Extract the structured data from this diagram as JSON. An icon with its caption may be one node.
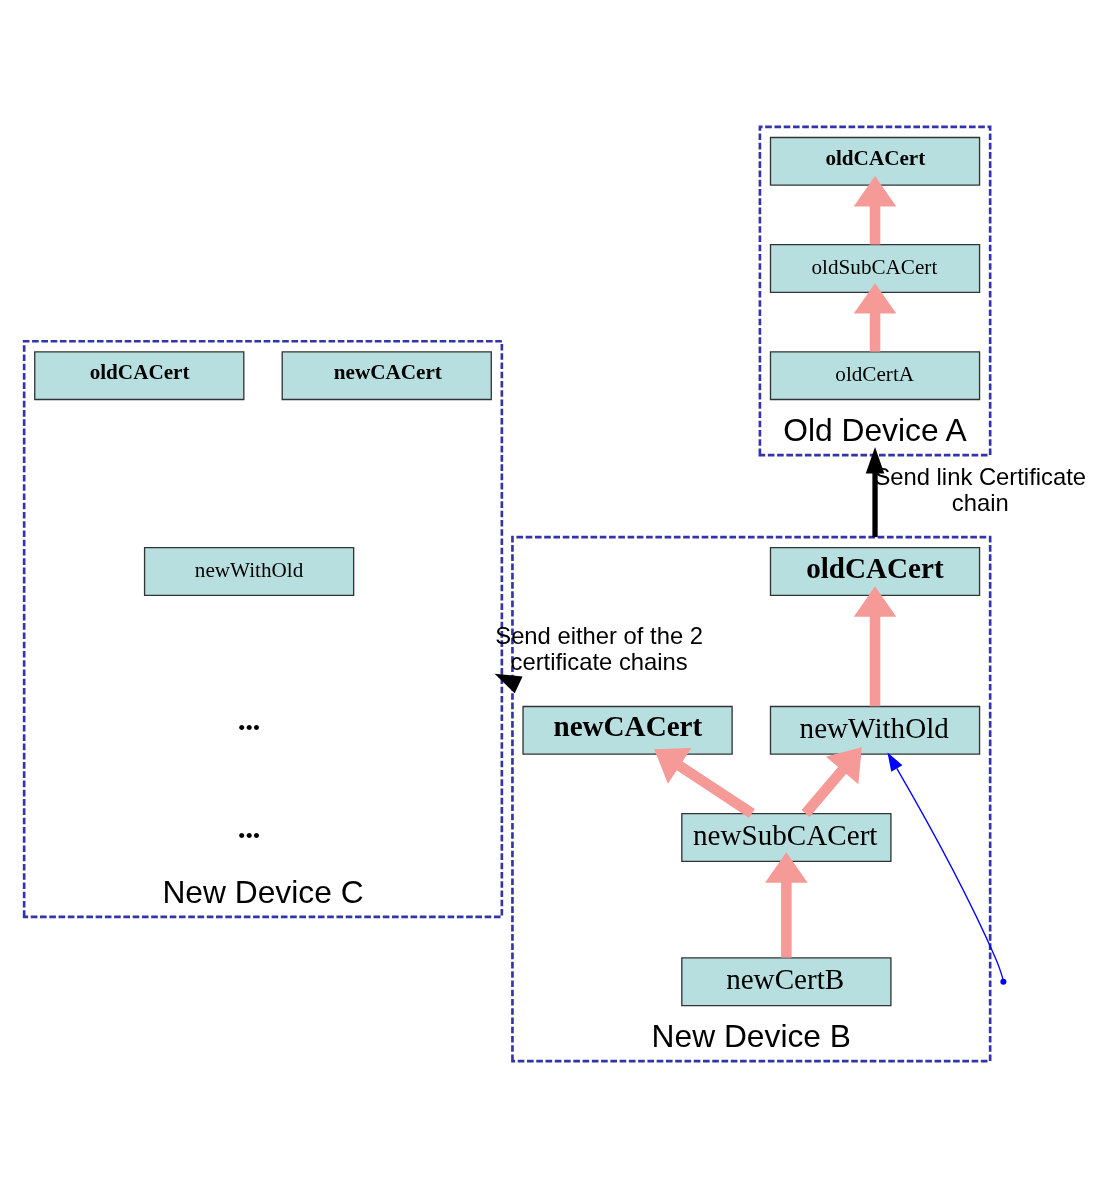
{
  "diagram": {
    "nodes": [
      {
        "text": [
          "Old Device A"
        ]
      },
      {
        "text": [
          "oldCACert"
        ],
        "in": 0
      },
      {
        "text": [
          "oldSubCACert"
        ],
        "in": 0
      },
      {
        "text": [
          "oldCertA"
        ],
        "in": 0
      },
      {
        "text": [
          "New Device C"
        ]
      },
      {
        "text": [
          "oldCACert"
        ],
        "in": 4
      },
      {
        "text": [
          "newCACert"
        ],
        "in": 4
      },
      {
        "text": [
          "newWithOld"
        ],
        "in": 4
      },
      {
        "text": [
          "New Device B"
        ]
      },
      {
        "text": [
          "oldCACert"
        ],
        "in": 8
      },
      {
        "text": [
          "newCACert"
        ],
        "in": 8
      },
      {
        "text": [
          "newWithOld"
        ],
        "in": 8
      },
      {
        "text": [
          "newSubCACert"
        ],
        "in": 8
      },
      {
        "text": [
          "newCertB"
        ],
        "in": 8
      }
    ],
    "edges": [
      {
        "from": 3,
        "to": 2,
        "arrow": "to"
      },
      {
        "from": 2,
        "to": 1,
        "arrow": "to"
      },
      {
        "from": 8,
        "to": 0,
        "arrow": "to",
        "label": "Send link Certificate chain",
        "color": "#000000"
      },
      {
        "from": 8,
        "to": 4,
        "arrow": "to",
        "label": "Send either of the 2 certificate chains",
        "color": "#000000"
      },
      {
        "from": 11,
        "to": 9,
        "arrow": "to"
      },
      {
        "from": 12,
        "to": 11,
        "arrow": "to"
      },
      {
        "from": 12,
        "to": 10,
        "arrow": "to"
      },
      {
        "from": 13,
        "to": 12,
        "arrow": "to"
      },
      {
        "from": null,
        "to": 11,
        "arrow": "to",
        "color": "#0000ff"
      }
    ],
    "labels": [
      "•••",
      "•••"
    ]
  }
}
